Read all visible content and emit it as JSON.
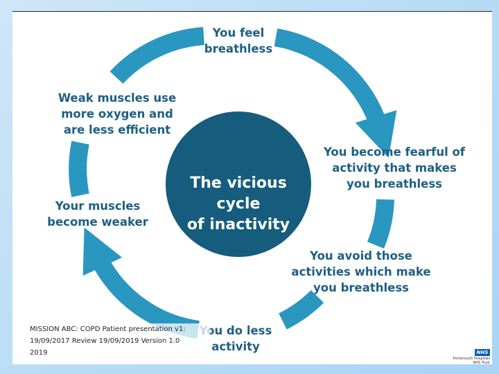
{
  "diagram": {
    "center": "The vicious cycle\nof inactivity",
    "steps": [
      "You feel\nbreathless",
      "You become fearful of\nactivity that makes\nyou breathless",
      "You avoid those\nactivities which make\nyou breathless",
      "You do less\nactivity",
      "Your muscles\nbecome weaker",
      "Weak muscles use\nmore oxygen and\nare less efficient"
    ]
  },
  "footer": {
    "text": "MISSION ABC: COPD Patient presentation v1:\n19/09/2017   Review 19/09/2019   Version 1.0\n2019"
  },
  "logo": {
    "brand": "NHS",
    "trust": "Portsmouth Hospitals NHS Trust"
  },
  "colors": {
    "arc": "#2a97c1",
    "center": "#165c7d",
    "text": "#1d5f83"
  }
}
